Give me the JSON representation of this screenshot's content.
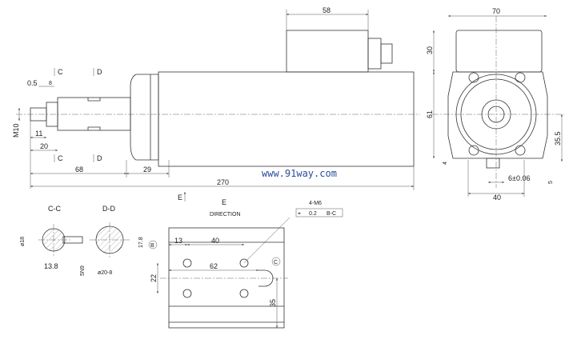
{
  "side_view": {
    "dims": {
      "box_width": "58",
      "front_chamfer": "0.5",
      "collar": "8",
      "thread": "M10",
      "thread_len": "11",
      "shaft_end": "20",
      "shaft_len": "68",
      "flange": "29",
      "total_len": "270"
    },
    "section_marks": {
      "c": "C",
      "d": "D"
    }
  },
  "end_view": {
    "dims": {
      "width": "70",
      "box_height": "30",
      "body_height": "61",
      "base_offset": "4",
      "center_height": "35.5",
      "key_height": "5",
      "key_width": "6±0.06",
      "foot_width": "40"
    }
  },
  "watermark": "www.91way.com",
  "sections": {
    "cc": {
      "title": "C-C",
      "dia": "ø18",
      "flat": "13.8",
      "key": "5N9"
    },
    "dd": {
      "title": "D-D",
      "dia": "ø20-8",
      "flat": "17.8"
    }
  },
  "e_view": {
    "arrow_label": "E",
    "title": "E",
    "subtitle": "DIRECTION",
    "holes": "4-M6",
    "tolerance": "0.2",
    "datum_ref": "B-C",
    "datum_b": "B",
    "datum_c": "C",
    "dims": {
      "edge": "13",
      "pitch": "40",
      "length": "62",
      "spacing": "22",
      "height": "35"
    }
  }
}
